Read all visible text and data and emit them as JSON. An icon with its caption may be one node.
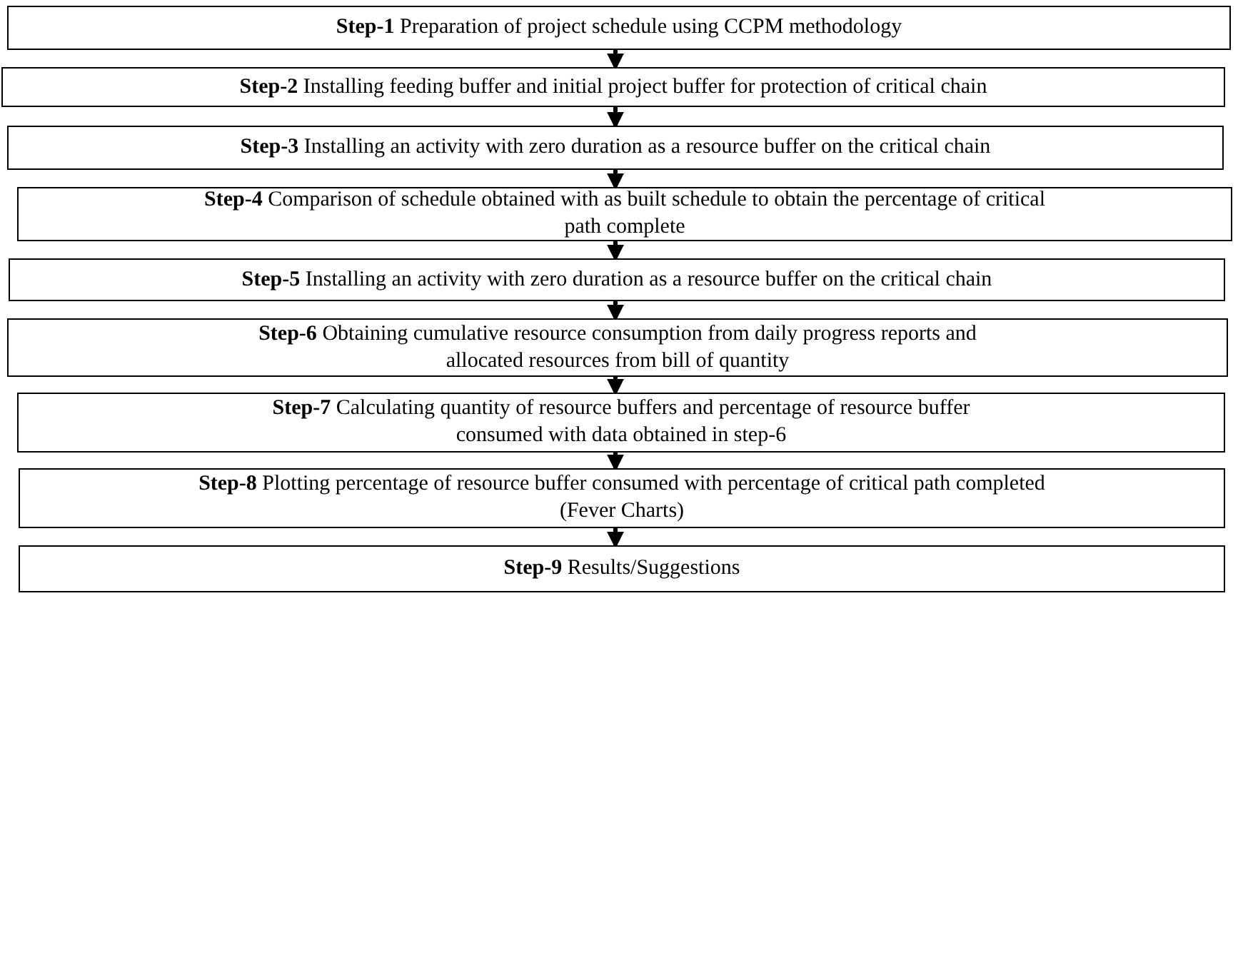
{
  "diagram": {
    "nodes": [
      {
        "text": [
          "**Step-1** Preparation of project schedule using CCPM methodology"
        ]
      },
      {
        "text": [
          "**Step-2** Installing feeding buffer and initial project buffer for protection of critical chain"
        ]
      },
      {
        "text": [
          "**Step-3** Installing an activity with zero duration as a resource buffer on the critical chain"
        ]
      },
      {
        "text": [
          "**Step-4** Comparison of schedule obtained with as built schedule to obtain the percentage of critical path complete"
        ]
      },
      {
        "text": [
          "**Step-5** Installing an activity with zero duration as a resource buffer on the critical chain"
        ]
      },
      {
        "text": [
          "**Step-6** Obtaining cumulative resource consumption from daily progress reports and allocated resources from bill of quantity"
        ]
      },
      {
        "text": [
          "**Step-7** Calculating quantity of resource buffers and percentage of resource buffer consumed with data obtained in step-6"
        ]
      },
      {
        "text": [
          "**Step-8** Plotting percentage of resource buffer consumed with percentage of critical path completed (Fever Charts)"
        ]
      },
      {
        "text": [
          "**Step-9** Results/Suggestions"
        ]
      }
    ],
    "edges": [
      {
        "from": 0,
        "to": 1,
        "arrow": "to"
      },
      {
        "from": 1,
        "to": 2,
        "arrow": "to"
      },
      {
        "from": 2,
        "to": 3,
        "arrow": "to"
      },
      {
        "from": 3,
        "to": 4,
        "arrow": "to"
      },
      {
        "from": 4,
        "to": 5,
        "arrow": "to"
      },
      {
        "from": 5,
        "to": 6,
        "arrow": "to"
      },
      {
        "from": 6,
        "to": 7,
        "arrow": "to"
      },
      {
        "from": 7,
        "to": 8,
        "arrow": "to"
      }
    ]
  }
}
